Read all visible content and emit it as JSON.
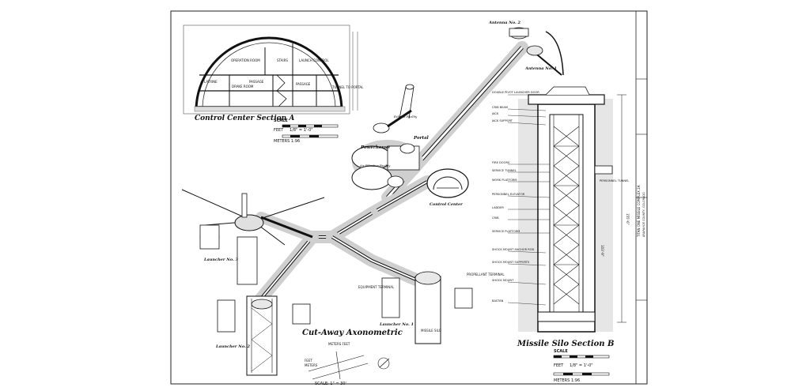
{
  "labels": {
    "control_center_section": "Control Center Section A",
    "cut_away": "Cut-Away Axonometric",
    "missile_silo_section": "Missile Silo Section B",
    "antenna_2": "Antenna No. 2",
    "antenna_1": "Antenna No. 1",
    "portal": "Portal",
    "powerhouse": "Powerhouse",
    "control_center": "Control Center",
    "launcher_3": "Launcher No. 3",
    "launcher_2": "Launcher No. 2",
    "launcher_1": "Launcher No. 1",
    "exhaust_facility": "Exhaust Facility",
    "air_filtration": "Air Filtration Facility",
    "equipment_terminal": "EQUIPMENT TERMINAL",
    "propellant_terminal": "PROPELLANT TERMINAL",
    "missile_silo": "MISSILE SILO"
  },
  "section_a": {
    "rooms": [
      "OPERATION ROOM",
      "STAIRS",
      "LAUNCH CONTROL",
      "LATRINE",
      "DRAKE ROOM",
      "PASSAGE",
      "PASSAGE",
      "TUNNEL TO PORTAL"
    ]
  },
  "section_b": {
    "callouts": [
      "DOUBLE PIVOT LAUNCHER DOOR",
      "CRIB BEAM",
      "JACK",
      "JACK SUPPORT",
      "FIRE DOORS",
      "SERVICE TUNNEL",
      "WORK PLATFORM",
      "PERSONNEL ELEVATOR",
      "LADDER",
      "CRIB",
      "SERVICE PLATFORM",
      "SHOCK MOUNT ANCHOR ROD",
      "SHOCK MOUNT SUPPORTS",
      "SHOCK MOUNT",
      "BASTAN"
    ],
    "personnel_tunnel": "PERSONNEL TUNNEL",
    "dim_1": "155'-6\"",
    "dim_2": "103'-9\""
  },
  "scale_a": {
    "title": "SCALE",
    "feet": "FEET",
    "ratio": "1/8\" = 1'-0\"",
    "meters": "METERS 1:96"
  },
  "scale_b": {
    "title": "SCALE",
    "feet": "FEET",
    "ratio": "1/8\" = 1'-0\"",
    "meters": "METERS 1:96"
  },
  "scale_axo": {
    "meters_feet": "METERS  FEET",
    "feet": "FEET",
    "meters": "METERS",
    "ratio": "SCALE: 1\" = 30'"
  },
  "title_block": {
    "project": "TITAN ONE MISSILE COMPLEX 2A",
    "location": "ARAPAHOE COUNTY, COLORADO"
  }
}
